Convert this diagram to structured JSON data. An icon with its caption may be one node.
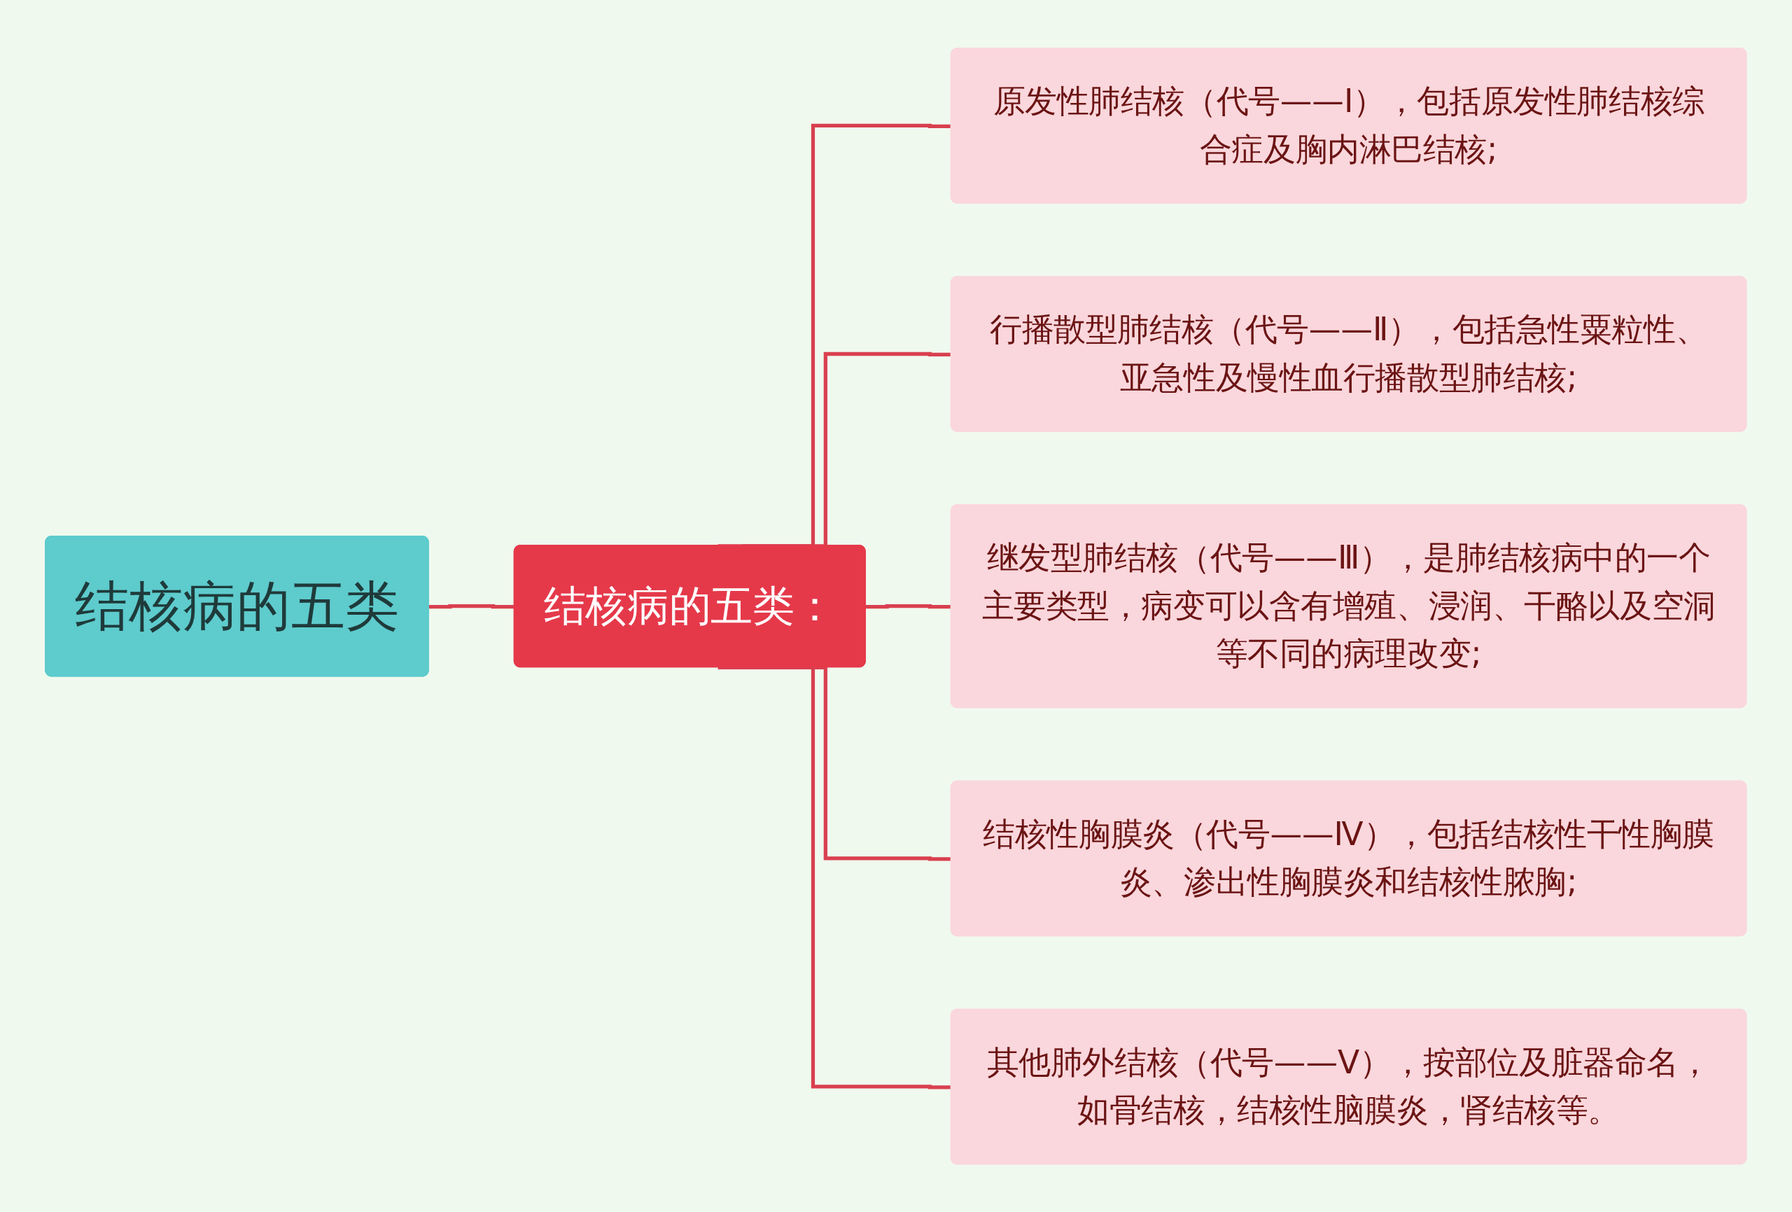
{
  "diagram": {
    "nodes": [
      {
        "text": [
          "结核病的五类"
        ]
      },
      {
        "text": [
          "结核病的五类："
        ]
      },
      {
        "text": [
          "原发性肺结核（代号——Ⅰ），包括原发性肺结核综合症及胸内淋巴结核;"
        ]
      },
      {
        "text": [
          "行播散型肺结核（代号——Ⅱ），包括急性粟粒性、亚急性及慢性血行播散型肺结核;"
        ]
      },
      {
        "text": [
          "继发型肺结核（代号——Ⅲ），是肺结核病中的一个主要类型，病变可以含有增殖、浸润、干酪以及空洞等不同的病理改变;"
        ]
      },
      {
        "text": [
          "结核性胸膜炎（代号——Ⅳ），包括结核性干性胸膜炎、渗出性胸膜炎和结核性脓胸;"
        ]
      },
      {
        "text": [
          "其他肺外结核（代号——Ⅴ），按部位及脏器命名，如骨结核，结核性脑膜炎，肾结核等。"
        ]
      }
    ],
    "edges": [
      {
        "from": 0,
        "to": 1,
        "arrow": "none"
      },
      {
        "from": 1,
        "to": 2,
        "arrow": "none"
      },
      {
        "from": 1,
        "to": 3,
        "arrow": "none"
      },
      {
        "from": 1,
        "to": 4,
        "arrow": "none"
      },
      {
        "from": 1,
        "to": 5,
        "arrow": "none"
      },
      {
        "from": 1,
        "to": 6,
        "arrow": "none"
      }
    ]
  }
}
